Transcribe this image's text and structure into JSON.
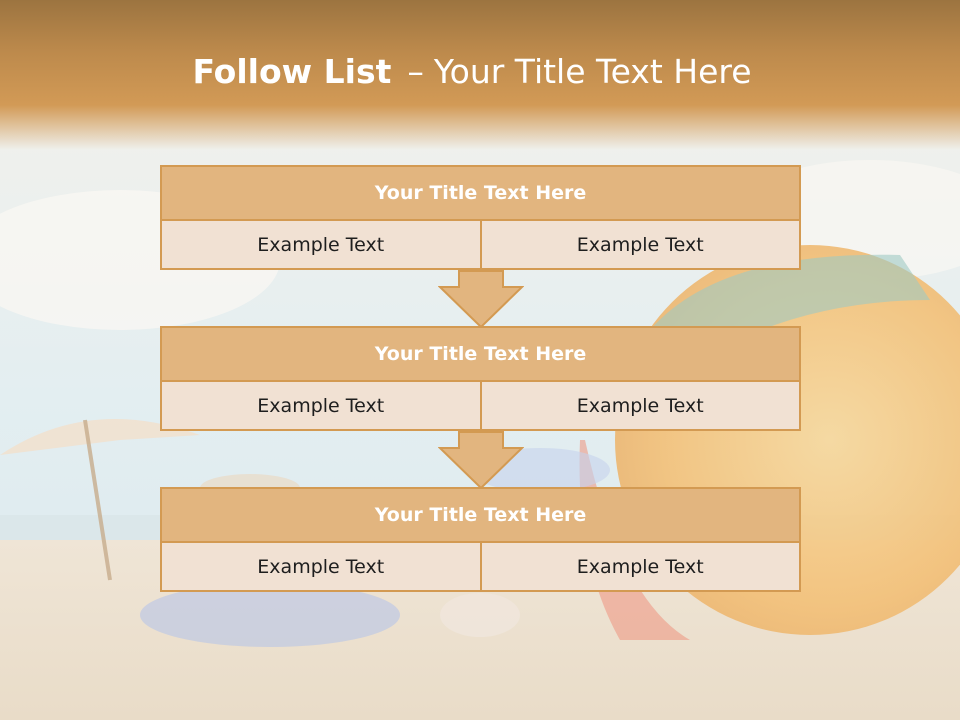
{
  "slide": {
    "title_bold": "Follow List",
    "title_separator": "–",
    "title_rest": "Your Title Text Here"
  },
  "blocks": [
    {
      "title": "Your Title Text Here",
      "left": "Example Text",
      "right": "Example Text"
    },
    {
      "title": "Your Title Text Here",
      "left": "Example Text",
      "right": "Example Text"
    },
    {
      "title": "Your Title Text Here",
      "left": "Example Text",
      "right": "Example Text"
    }
  ],
  "colors": {
    "header_fill": "#e2b57f",
    "border": "#d39a52",
    "cell_fill": "#f1e1d3",
    "title_bar": "#c99150"
  }
}
